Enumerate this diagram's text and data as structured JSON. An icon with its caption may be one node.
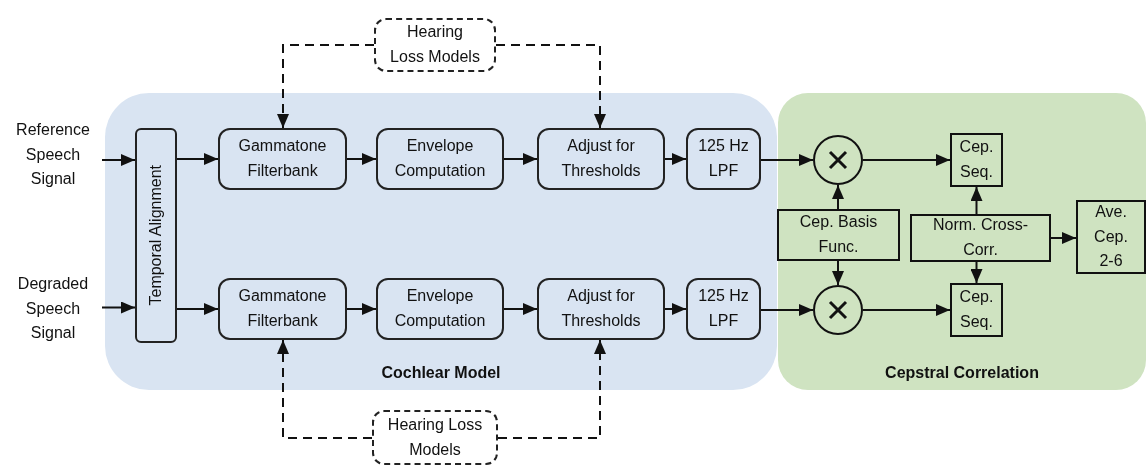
{
  "diagram": {
    "nodes": [
      {
        "text": [
          "Hearing Loss Models"
        ]
      },
      {
        "text": [
          "Cochlear Model"
        ]
      },
      {
        "text": [
          "Cepstral Correlation"
        ]
      },
      {
        "text": [
          "Reference Speech Signal"
        ]
      },
      {
        "text": [
          "Degraded Speech Signal"
        ]
      },
      {
        "text": [
          "Temporal Alignment"
        ],
        "in": 1
      },
      {
        "text": [
          "Gammatone Filterbank"
        ],
        "in": 1
      },
      {
        "text": [
          "Envelope Computation"
        ],
        "in": 1
      },
      {
        "text": [
          "Adjust for Thresholds"
        ],
        "in": 1
      },
      {
        "text": [
          "125 Hz LPF"
        ],
        "in": 1
      },
      {
        "text": [
          "Gammatone Filterbank"
        ],
        "in": 1
      },
      {
        "text": [
          "Envelope Computation"
        ],
        "in": 1
      },
      {
        "text": [
          "Adjust for Thresholds"
        ],
        "in": 1
      },
      {
        "text": [
          "125 Hz LPF"
        ],
        "in": 1
      },
      {
        "text": [],
        "shape": "circle",
        "in": 2
      },
      {
        "text": [
          "Cep. Basis Func."
        ],
        "in": 2
      },
      {
        "text": [],
        "shape": "circle",
        "in": 2
      },
      {
        "text": [
          "Cep. Seq."
        ],
        "in": 2
      },
      {
        "text": [
          "Norm. Cross-Corr."
        ],
        "in": 2
      },
      {
        "text": [
          "Ave. Cep. 2-6"
        ],
        "in": 2
      },
      {
        "text": [
          "Cep. Seq."
        ],
        "in": 2
      },
      {
        "text": [
          "Hearing Loss Models"
        ]
      }
    ],
    "edges": [
      {
        "from": 3,
        "to": 5,
        "arrow": "to"
      },
      {
        "from": 4,
        "to": 5,
        "arrow": "to"
      },
      {
        "from": 5,
        "to": 6,
        "arrow": "to"
      },
      {
        "from": 5,
        "to": 10,
        "arrow": "to"
      },
      {
        "from": 6,
        "to": 7,
        "arrow": "to"
      },
      {
        "from": 7,
        "to": 8,
        "arrow": "to"
      },
      {
        "from": 8,
        "to": 9,
        "arrow": "to"
      },
      {
        "from": 10,
        "to": 11,
        "arrow": "to"
      },
      {
        "from": 11,
        "to": 12,
        "arrow": "to"
      },
      {
        "from": 12,
        "to": 13,
        "arrow": "to"
      },
      {
        "from": 9,
        "to": 14,
        "arrow": "to"
      },
      {
        "from": 13,
        "to": 16,
        "arrow": "to"
      },
      {
        "from": 15,
        "to": 14,
        "arrow": "to"
      },
      {
        "from": 15,
        "to": 16,
        "arrow": "to"
      },
      {
        "from": 14,
        "to": 17,
        "arrow": "to"
      },
      {
        "from": 16,
        "to": 20,
        "arrow": "to"
      },
      {
        "from": 18,
        "to": 17,
        "arrow": "to"
      },
      {
        "from": 18,
        "to": 20,
        "arrow": "to"
      },
      {
        "from": 18,
        "to": 19,
        "arrow": "to"
      },
      {
        "from": 0,
        "to": 6,
        "arrow": "to",
        "style": "dashed"
      },
      {
        "from": 0,
        "to": 8,
        "arrow": "to",
        "style": "dashed"
      },
      {
        "from": 21,
        "to": 10,
        "arrow": "to",
        "style": "dashed"
      },
      {
        "from": 21,
        "to": 12,
        "arrow": "to",
        "style": "dashed"
      }
    ]
  }
}
